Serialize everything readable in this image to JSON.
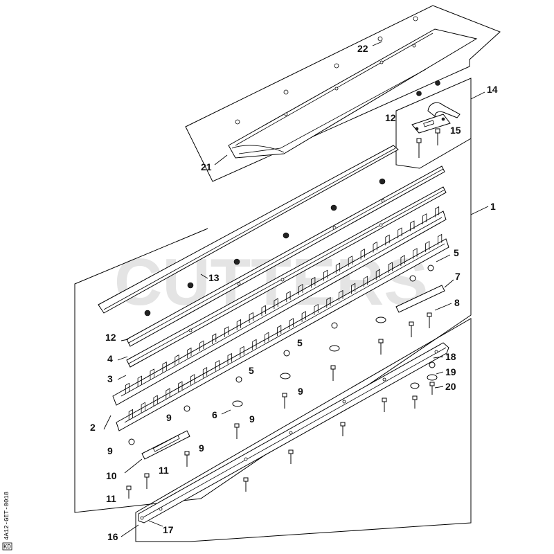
{
  "watermark": "CUTTERS",
  "side_code": "4A12-GET-0018",
  "corner_mark": "KD",
  "callouts": [
    "22",
    "14",
    "12",
    "15",
    "21",
    "1",
    "13",
    "5",
    "7",
    "8",
    "12",
    "4",
    "5",
    "3",
    "5",
    "18",
    "19",
    "20",
    "2",
    "9",
    "9",
    "6",
    "9",
    "9",
    "9",
    "10",
    "11",
    "11",
    "16",
    "17"
  ]
}
